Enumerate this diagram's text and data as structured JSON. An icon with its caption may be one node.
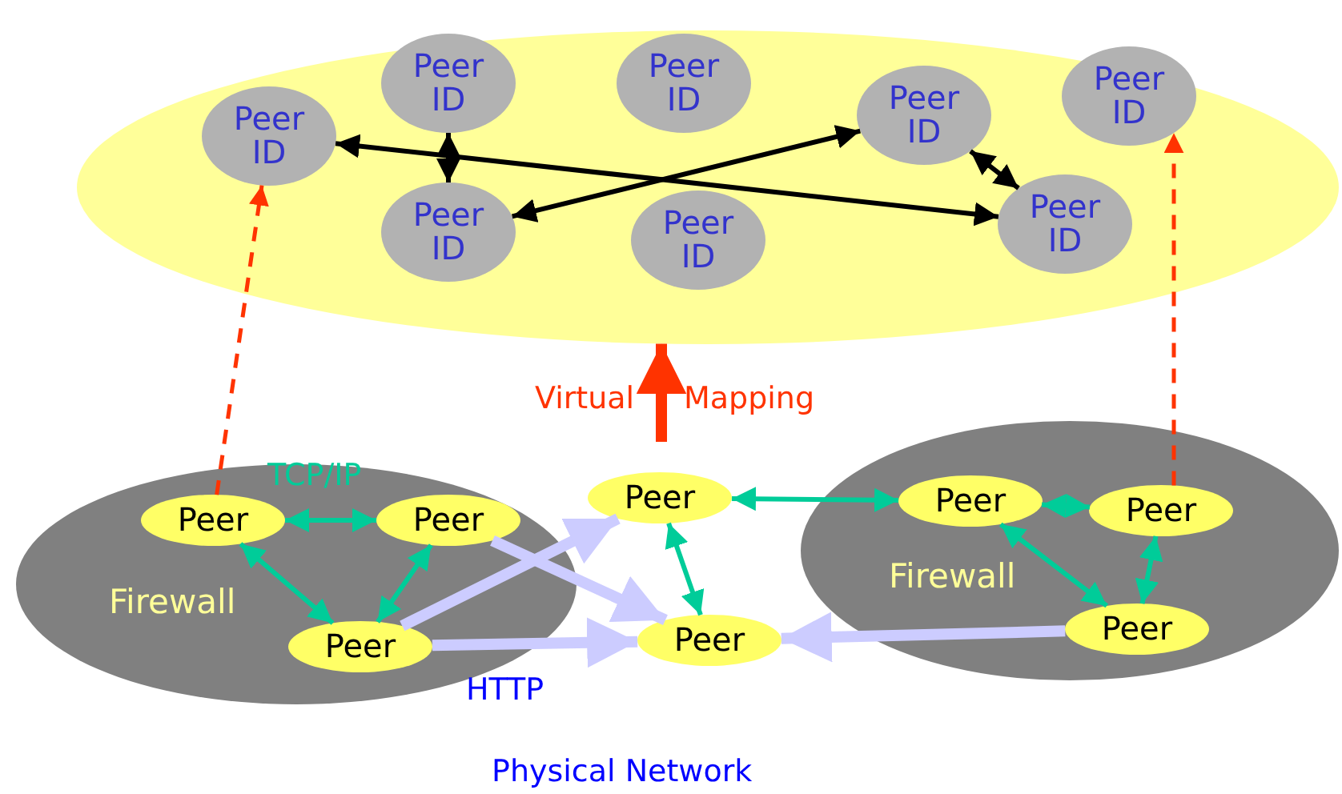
{
  "diagram": {
    "nodes": [
      {
        "text": [],
        "shape": "ellipse"
      },
      {
        "text": [
          "Peer ID"
        ],
        "in": 0
      },
      {
        "text": [
          "Peer ID"
        ],
        "in": 0
      },
      {
        "text": [
          "Peer ID"
        ],
        "in": 0
      },
      {
        "text": [
          "Peer ID"
        ],
        "in": 0
      },
      {
        "text": [
          "Peer ID"
        ],
        "in": 0
      },
      {
        "text": [
          "Peer ID"
        ],
        "in": 0
      },
      {
        "text": [
          "Peer ID"
        ],
        "in": 0
      },
      {
        "text": [
          "Peer ID"
        ],
        "in": 0
      },
      {
        "text": [
          "Firewall"
        ]
      },
      {
        "text": [
          "Firewall"
        ]
      },
      {
        "text": [
          "Peer"
        ],
        "in": 9
      },
      {
        "text": [
          "Peer"
        ],
        "in": 9
      },
      {
        "text": [
          "Peer"
        ],
        "in": 9
      },
      {
        "text": [
          "Peer"
        ]
      },
      {
        "text": [
          "Peer"
        ]
      },
      {
        "text": [
          "Peer"
        ],
        "in": 10
      },
      {
        "text": [
          "Peer"
        ],
        "in": 10
      },
      {
        "text": [
          "Peer"
        ],
        "in": 10
      }
    ],
    "edges": [
      {
        "from": 6,
        "to": 2,
        "arrow": "both",
        "color": "#000000"
      },
      {
        "from": 1,
        "to": 8,
        "arrow": "both",
        "color": "#000000"
      },
      {
        "from": 6,
        "to": 4,
        "arrow": "both",
        "color": "#000000"
      },
      {
        "from": 4,
        "to": 8,
        "arrow": "both",
        "color": "#000000"
      },
      {
        "from": 11,
        "to": 12,
        "arrow": "both"
      },
      {
        "from": 11,
        "to": 13,
        "arrow": "both"
      },
      {
        "from": 12,
        "to": 13,
        "arrow": "both"
      },
      {
        "from": 14,
        "to": 16,
        "arrow": "both"
      },
      {
        "from": 14,
        "to": 15,
        "arrow": "both"
      },
      {
        "from": 16,
        "to": 17,
        "arrow": "both"
      },
      {
        "from": 17,
        "to": 18,
        "arrow": "both"
      },
      {
        "from": 16,
        "to": 18,
        "arrow": "both"
      },
      {
        "from": 13,
        "to": 14,
        "arrow": "to",
        "style": "thick",
        "color": "#ccccff"
      },
      {
        "from": 12,
        "to": 15,
        "arrow": "to",
        "style": "thick",
        "color": "#ccccff"
      },
      {
        "from": 13,
        "to": 15,
        "arrow": "to",
        "style": "thick",
        "color": "#ccccff"
      },
      {
        "from": 18,
        "to": 15,
        "arrow": "to",
        "style": "thick",
        "color": "#ccccff"
      },
      {
        "from": 11,
        "to": 1,
        "arrow": "to",
        "style": "dashed",
        "color": "#ff3300"
      },
      {
        "from": 17,
        "to": 5,
        "arrow": "to",
        "style": "dashed",
        "color": "#ff3300"
      },
      {
        "from": null,
        "to": 0,
        "arrow": "to",
        "style": "thick",
        "color": "#ff3300"
      }
    ],
    "labels": [
      "TCP/IP",
      "Virtual",
      "Mapping",
      "HTTP",
      "Physical Network"
    ]
  }
}
